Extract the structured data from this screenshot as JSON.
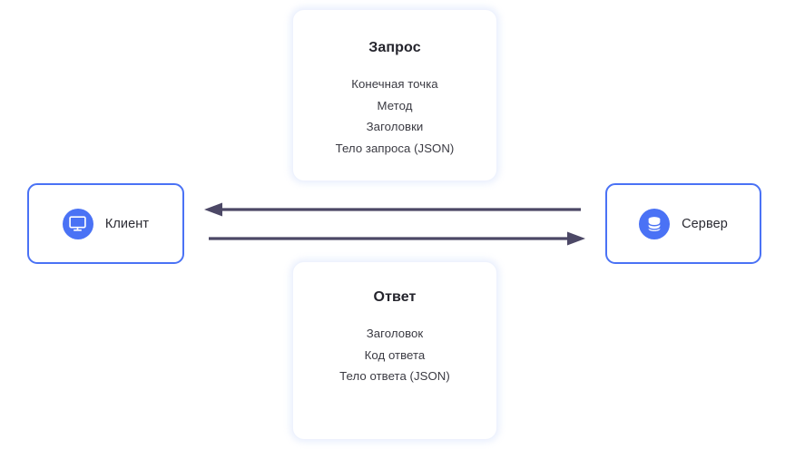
{
  "diagram": {
    "title": "Client-Server HTTP request/response diagram",
    "colors": {
      "accent": "#4a72f5",
      "arrow": "#4c4866",
      "text": "#2b2b33",
      "card_glow": "#e0e8fc",
      "background": "#ffffff"
    },
    "nodes": [
      {
        "id": "client",
        "label": "Клиент",
        "icon": "monitor-icon"
      },
      {
        "id": "server",
        "label": "Сервер",
        "icon": "database-icon"
      }
    ],
    "cards": [
      {
        "id": "request",
        "title": "Запрос",
        "lines": [
          "Конечная точка",
          "Метод",
          "Заголовки",
          "Тело запроса (JSON)"
        ]
      },
      {
        "id": "response",
        "title": "Ответ",
        "lines": [
          "Заголовок",
          "Код ответа",
          "Тело ответа (JSON)"
        ]
      }
    ],
    "arrows": [
      {
        "id": "response-arrow",
        "direction": "left",
        "from": "server",
        "to": "client"
      },
      {
        "id": "request-arrow",
        "direction": "right",
        "from": "client",
        "to": "server"
      }
    ]
  }
}
